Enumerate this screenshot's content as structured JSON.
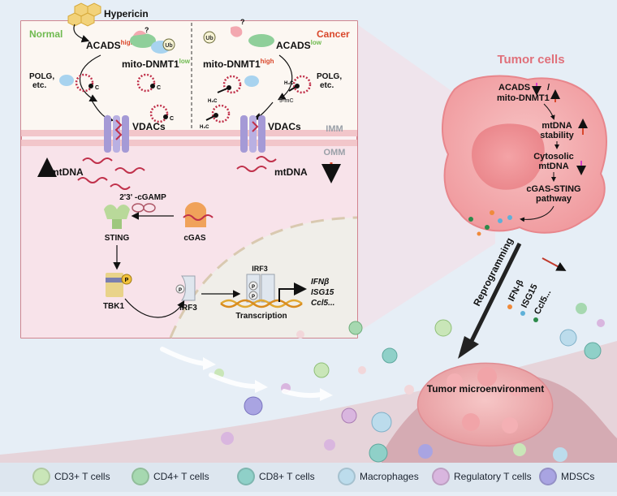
{
  "top": {
    "hypericin": "Hypericin"
  },
  "normal_panel": {
    "title": "Normal",
    "acads": "ACADS",
    "acads_sup": "high",
    "dnmt1": "mito-DNMT1",
    "dnmt1_sup": "low",
    "polg": "POLG,",
    "etc": "etc.",
    "vdacs": "VDACs",
    "mtdna": "mtDNA",
    "ub": "Ub",
    "qmark": "?",
    "c": "C"
  },
  "cancer_panel": {
    "title": "Cancer",
    "acads": "ACADS",
    "acads_sup": "low",
    "dnmt1": "mito-DNMT1",
    "dnmt1_sup": "high",
    "polg": "POLG,",
    "etc": "etc.",
    "vdacs": "VDACs",
    "mtdna": "mtDNA",
    "ub": "Ub",
    "qmark": "?",
    "methyl": "H₃C",
    "five_mc": "5-mC"
  },
  "membranes": {
    "imm": "IMM",
    "omm": "OMM"
  },
  "pathway": {
    "cgamp": "2'3' -cGAMP",
    "sting": "STING",
    "cgas": "cGAS",
    "tbk1": "TBK1",
    "irf3": "IRF3",
    "irf3_dimer": "IRF3",
    "p": "P",
    "transcription": "Transcription",
    "genes": [
      "IFNβ",
      "ISG15",
      "Ccl5..."
    ]
  },
  "tumor_cell": {
    "title": "Tumor cells",
    "acads": "ACADS",
    "slash": "/",
    "dnmt1": "mito-DNMT1",
    "step1": "mtDNA",
    "step1b": "stability",
    "step2": "Cytosolic",
    "step2b": "mtDNA",
    "step3": "cGAS-STING",
    "step3b": "pathway"
  },
  "reprogramming": {
    "label": "Reprogramming",
    "cytokines": [
      "IFN-β",
      "ISG15",
      "Ccl5..."
    ]
  },
  "tme": {
    "label": "Tumor microenvironment"
  },
  "legend": [
    {
      "label": "CD3+ T cells",
      "color": "#c9e6b8"
    },
    {
      "label": "CD4+ T cells",
      "color": "#a6d8b0"
    },
    {
      "label": "CD8+ T cells",
      "color": "#8fd0c8"
    },
    {
      "label": "Macrophages",
      "color": "#bcdcec"
    },
    {
      "label": "Regulatory T cells",
      "color": "#d9b6df"
    },
    {
      "label": "MDSCs",
      "color": "#a9a4e2"
    }
  ],
  "colors": {
    "panel_bg": "#fbf1f3",
    "panel_border": "#c9636f",
    "cell_fill": "#f4aeb0",
    "normal_green": "#6fba50",
    "cancer_red": "#d9472b",
    "down_magenta": "#d43fc6"
  }
}
